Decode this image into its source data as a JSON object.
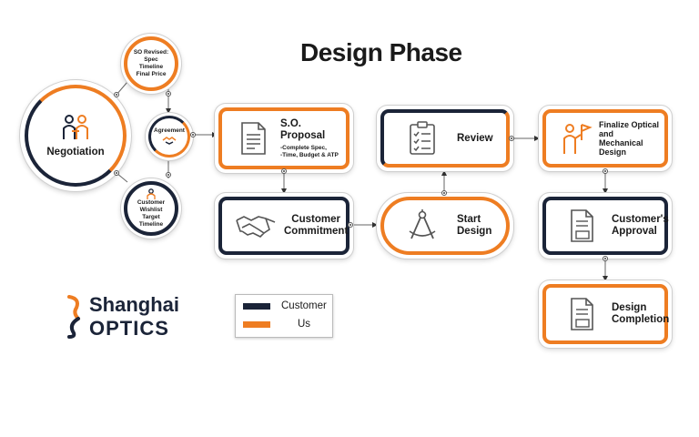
{
  "title": "Design Phase",
  "nodes": {
    "negotiation": "Negotiation",
    "so_revised": [
      "SO Revised:",
      "Spec",
      "Timeline",
      "Final Price"
    ],
    "agreement": "Agreement",
    "customer_wishlist": [
      "Customer",
      "Wishlist",
      "Target",
      "Timeline"
    ],
    "so_proposal": {
      "title": "S.O. Proposal",
      "lines": [
        "-Complete Spec,",
        "-Time, Budget & ATP"
      ]
    },
    "customer_commitment": [
      "Customer",
      "Commitment"
    ],
    "review": "Review",
    "start_design": [
      "Start",
      "Design"
    ],
    "finalize": [
      "Finalize Optical",
      "and",
      "Mechanical Design"
    ],
    "customer_approval": [
      "Customer's",
      "Approval"
    ],
    "design_completion": [
      "Design",
      "Completion"
    ]
  },
  "logo": {
    "line1": "Shanghai",
    "line2": "OPTICS"
  },
  "legend": [
    {
      "label": "Customer",
      "color": "#1b2438"
    },
    {
      "label": "Us",
      "color": "#ee7d22"
    }
  ],
  "colors": {
    "customer": "#1b2438",
    "us": "#ee7d22"
  }
}
